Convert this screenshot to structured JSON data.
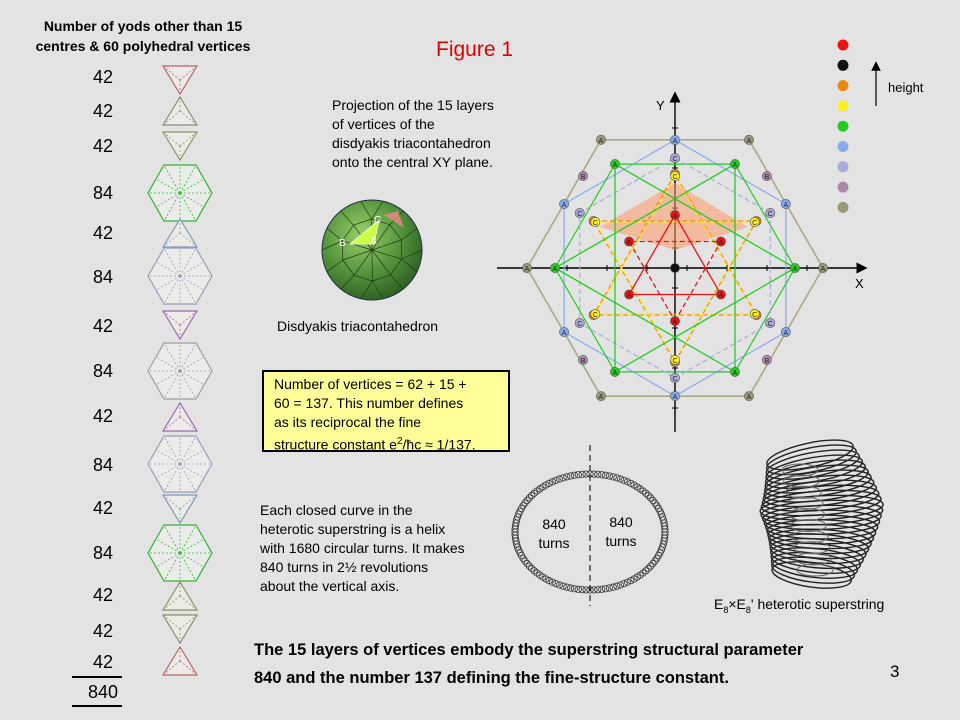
{
  "column_title": [
    "Number of yods other than 15",
    "centres & 60 polyhedral vertices"
  ],
  "counts": [
    "42",
    "42",
    "42",
    "84",
    "42",
    "84",
    "42",
    "84",
    "42",
    "84",
    "42",
    "84",
    "42",
    "42",
    "42"
  ],
  "total": "840",
  "figure_title": "Figure 1",
  "projection_text": [
    "Projection of the 15 layers",
    "of vertices of the",
    "disdyakis triacontahedron",
    "onto the central XY plane."
  ],
  "polyhedron_label": "Disdyakis triacontahedron",
  "polyhedron_letters": {
    "a": "A",
    "b": "B",
    "c": "C"
  },
  "vertices_box": {
    "line1": "Number of vertices = 62 + 15 +",
    "line2": "60 = 137. This number defines",
    "line3": "as its reciprocal the fine",
    "line4_pre": "structure constant e",
    "line4_sup": "2",
    "line4_post": "/ħc ≈ 1/137."
  },
  "helix_text": [
    "Each closed curve in the",
    "heterotic superstring is a helix",
    "with 1680 circular turns. It makes",
    "840 turns in 2½ revolutions",
    "about the vertical axis."
  ],
  "turns_left": [
    "840",
    "turns"
  ],
  "turns_right": [
    "840",
    "turns"
  ],
  "superstring_label": {
    "e1": "E",
    "s1": "8",
    "x": "×E",
    "s2": "8",
    "post": "' heterotic superstring"
  },
  "bottom_text": [
    "The 15 layers of vertices embody the superstring structural parameter",
    "840 and the number 137 defining the fine-structure constant."
  ],
  "page_number": "3",
  "legend": {
    "height_label": "height",
    "colors": [
      "#ee1111",
      "#111111",
      "#ee8811",
      "#ffee22",
      "#22cc22",
      "#88aaee",
      "#aaaadd",
      "#aa88aa",
      "#999977"
    ]
  },
  "axis_labels": {
    "x": "X",
    "y": "Y"
  },
  "vertex_letters": {
    "a": "A",
    "b": "B",
    "c": "C"
  }
}
